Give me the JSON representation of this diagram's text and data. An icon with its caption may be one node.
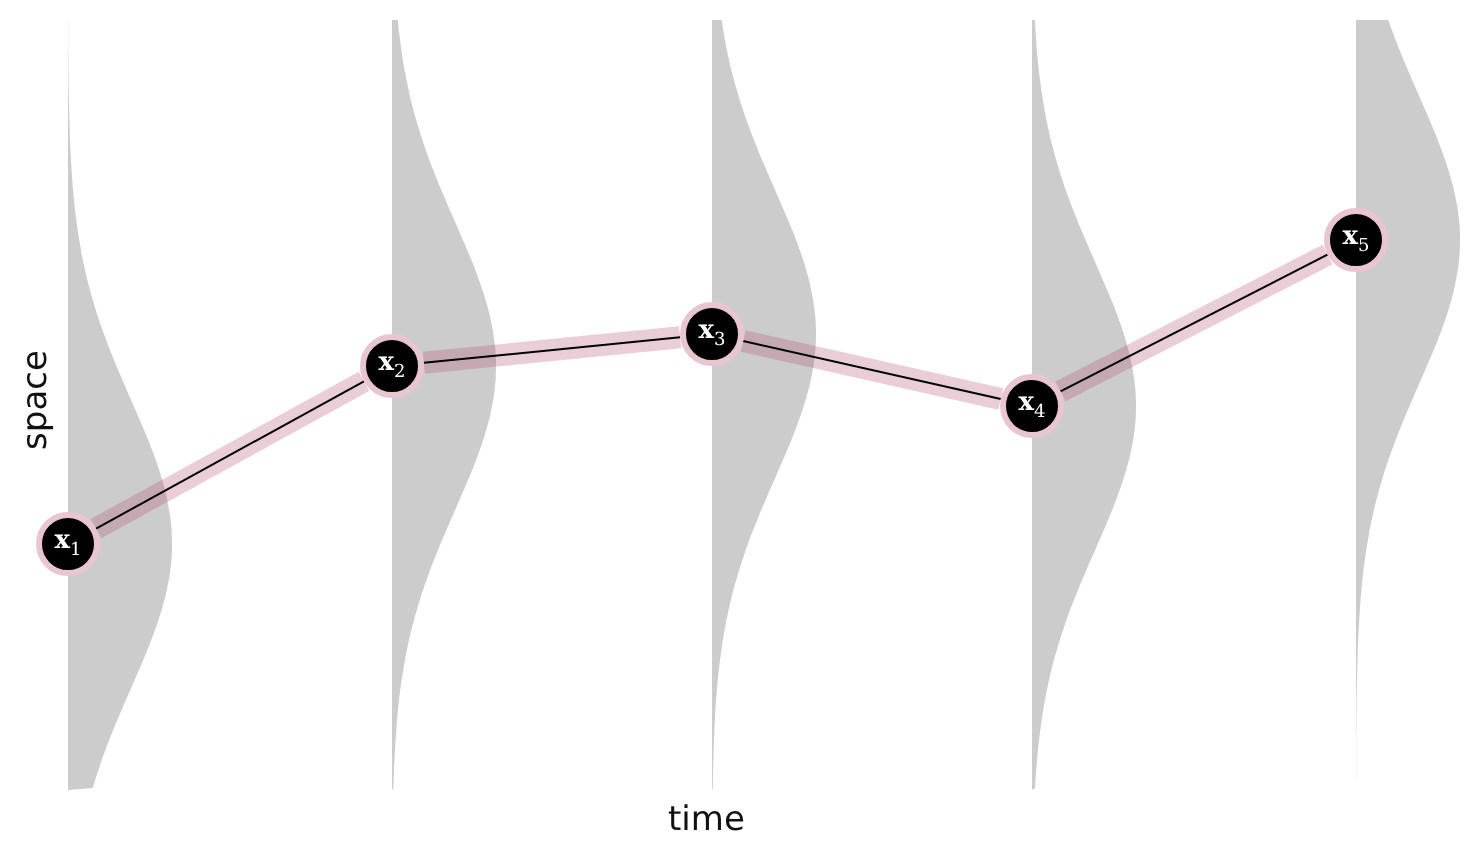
{
  "diagram": {
    "nodes": [
      {
        "text": [
          "x$_{1}$"
        ]
      },
      {
        "text": [
          "x$_{2}$"
        ]
      },
      {
        "text": [
          "x$_{3}$"
        ]
      },
      {
        "text": [
          "x$_{4}$"
        ]
      },
      {
        "text": [
          "x$_{5}$"
        ]
      }
    ],
    "edges": [
      {
        "from": 0,
        "to": 1,
        "arrow": "none"
      },
      {
        "from": 1,
        "to": 2,
        "arrow": "none"
      },
      {
        "from": 2,
        "to": 3,
        "arrow": "none"
      },
      {
        "from": 3,
        "to": 4,
        "arrow": "none"
      }
    ],
    "labels": [
      "space",
      "time"
    ]
  }
}
